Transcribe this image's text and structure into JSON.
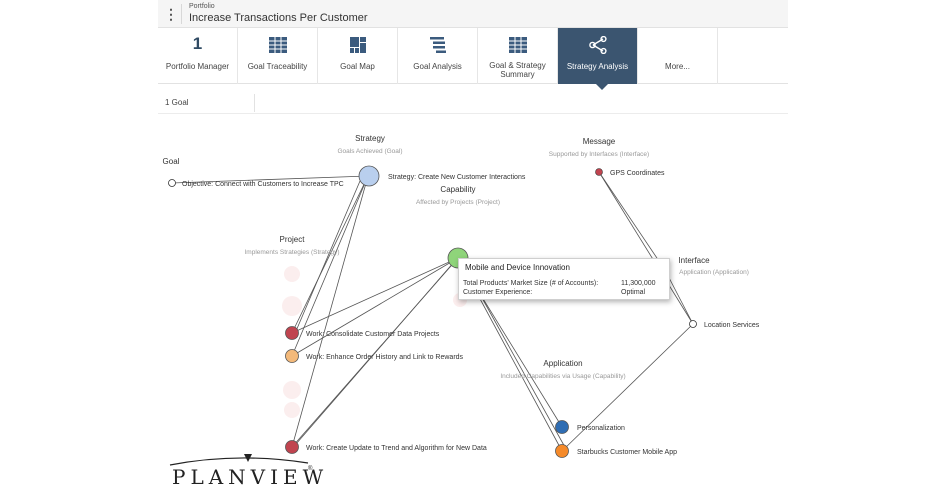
{
  "header": {
    "breadcrumb": "Portfolio",
    "title": "Increase Transactions Per Customer"
  },
  "tabs": [
    {
      "label": "Portfolio Manager",
      "icon": "number-1-icon",
      "badge": "1"
    },
    {
      "label": "Goal Traceability",
      "icon": "grid-icon"
    },
    {
      "label": "Goal Map",
      "icon": "treemap-icon"
    },
    {
      "label": "Goal Analysis",
      "icon": "list-tree-icon"
    },
    {
      "label": "Goal & Strategy Summary",
      "icon": "grid-icon"
    },
    {
      "label": "Strategy Analysis",
      "icon": "share-network-icon",
      "active": true
    },
    {
      "label": "More...",
      "icon": ""
    }
  ],
  "subbar": {
    "count": "1 Goal"
  },
  "columns": {
    "goal": {
      "title": "Goal"
    },
    "strategy": {
      "title": "Strategy",
      "sub": "Goals Achieved (Goal)"
    },
    "capability": {
      "title": "Capability",
      "sub": "Affected by Projects (Project)"
    },
    "project": {
      "title": "Project",
      "sub": "Implements Strategies (Strategy)"
    },
    "message": {
      "title": "Message",
      "sub": "Supported by Interfaces (Interface)"
    },
    "interface": {
      "title": "Interface",
      "sub": "Application (Application)"
    },
    "application": {
      "title": "Application",
      "sub": "Included Capabilities via Usage (Capability)"
    }
  },
  "nodes": {
    "objective": "Objective: Connect with Customers to Increase TPC",
    "strategy": "Strategy: Create New Customer Interactions",
    "gps": "GPS Coordinates",
    "location": "Location Services",
    "work1": "Work: Consolidate Customer Data Projects",
    "work2": "Work: Enhance Order History and Link to Rewards",
    "work3": "Work: Create Update to Trend and Algorithm for New Data",
    "personalization": "Personalization",
    "starbucks": "Starbucks Customer Mobile App"
  },
  "tooltip": {
    "title": "Mobile and Device Innovation",
    "rows": [
      {
        "label": "Total Products' Market Size (# of Accounts):",
        "value": "11,300,000"
      },
      {
        "label": "Customer Experience:",
        "value": "Optimal"
      }
    ]
  },
  "colors": {
    "accent": "#3b5570",
    "goal_node": "#ffffff",
    "strategy_node": "#b9cfee",
    "capability_node": "#8fd47a",
    "work_red": "#c0444f",
    "work_orange": "#f3b97a",
    "gps_red": "#c0444f",
    "personalization_blue": "#2f6db3",
    "starbucks_orange": "#f58a2a"
  },
  "logo": {
    "text": "PLANVIEW",
    "reg": "®"
  }
}
